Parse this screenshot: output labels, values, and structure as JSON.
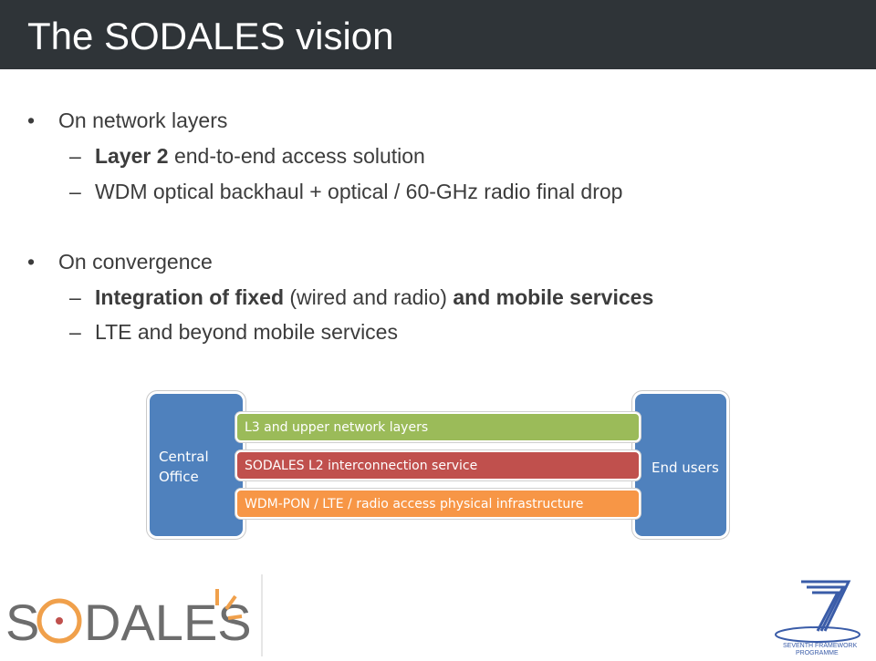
{
  "title": "The SODALES vision",
  "sections": [
    {
      "heading": "On network layers",
      "items": [
        {
          "bold": "Layer 2",
          "rest": " end-to-end access solution"
        },
        {
          "text": "WDM optical backhaul + optical / 60-GHz radio final drop"
        }
      ]
    },
    {
      "heading": "On convergence",
      "items": [
        {
          "bold1": "Integration of fixed",
          "mid": " (wired and radio) ",
          "bold2": "and mobile services"
        },
        {
          "text": "LTE and beyond mobile services"
        }
      ]
    }
  ],
  "bullet_char": "•",
  "dash_char": "–",
  "diagram": {
    "left_box": {
      "line1": "Central",
      "line2": "Office"
    },
    "right_box": "End users",
    "layers": [
      {
        "label": "L3 and upper network layers",
        "color": "#9bbb59"
      },
      {
        "label": "SODALES L2 interconnection service",
        "color": "#c0504d"
      },
      {
        "label": "WDM-PON / LTE / radio access physical infrastructure",
        "color": "#f79646"
      }
    ],
    "box_color": "#4f81bd"
  },
  "logos": {
    "sodales": {
      "text": "SODALES",
      "accent_color": "#f0a04b",
      "text_color": "#6d6d6d"
    },
    "fp7": {
      "line1": "SEVENTH FRAMEWORK",
      "line2": "PROGRAMME",
      "color": "#3a5ca8"
    }
  }
}
